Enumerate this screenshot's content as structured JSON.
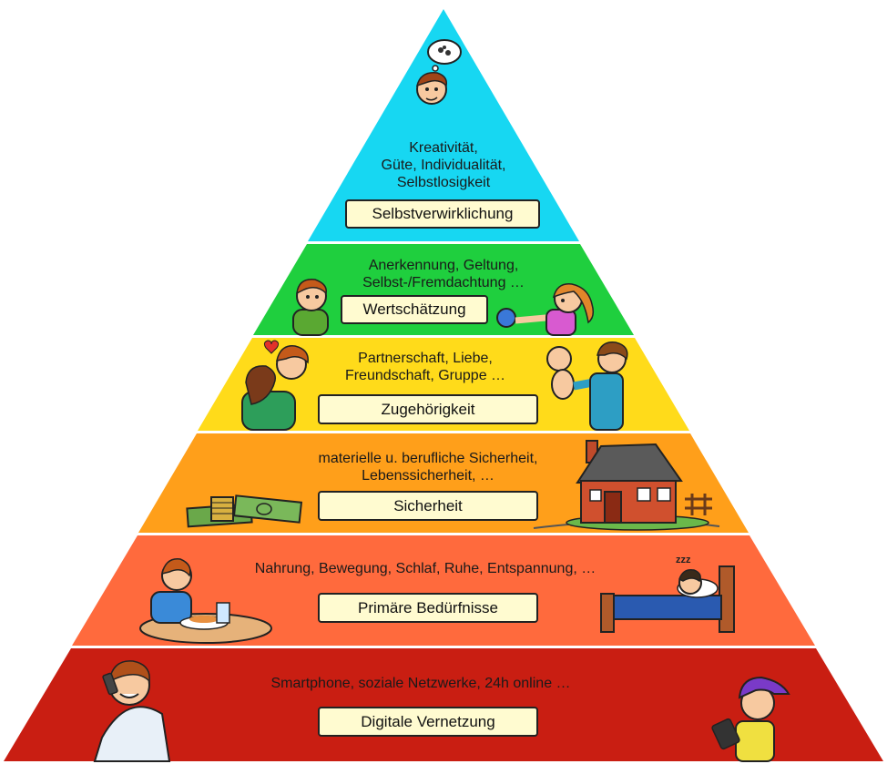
{
  "tiers": [
    {
      "name": "Selbstverwirklichung",
      "desc": [
        "Kreativität,",
        "Güte, Individualität,",
        "Selbstlosigkeit"
      ],
      "color": "#17d7f2"
    },
    {
      "name": "Wertschätzung",
      "desc": [
        "Anerkennung, Geltung,",
        "Selbst-/Fremdachtung …"
      ],
      "color": "#1fcf3e"
    },
    {
      "name": "Zugehörigkeit",
      "desc": [
        "Partnerschaft, Liebe,",
        "Freundschaft, Gruppe …"
      ],
      "color": "#ffdb1a"
    },
    {
      "name": "Sicherheit",
      "desc": [
        "materielle u. berufliche Sicherheit,",
        "Lebenssicherheit, …"
      ],
      "color": "#ff9f1a"
    },
    {
      "name": "Primäre Bedürfnisse",
      "desc": [
        "Nahrung, Bewegung, Schlaf, Ruhe, Entspannung, …"
      ],
      "color": "#ff6a3d"
    },
    {
      "name": "Digitale Vernetzung",
      "desc": [
        "Smartphone, soziale Netzwerke, 24h online …"
      ],
      "color": "#c91e12"
    }
  ],
  "illustrations": {
    "thinker": "thinking-boy",
    "reward_left": "boy",
    "reward_right": "girl-with-rosette",
    "hug": "couple-hugging",
    "father_baby": "father-lifting-baby",
    "money": "money-stack",
    "house": "brick-house",
    "eating": "boy-eating",
    "sleeping": "boy-sleeping",
    "phone": "man-on-phone",
    "tablet": "boy-with-tablet"
  }
}
